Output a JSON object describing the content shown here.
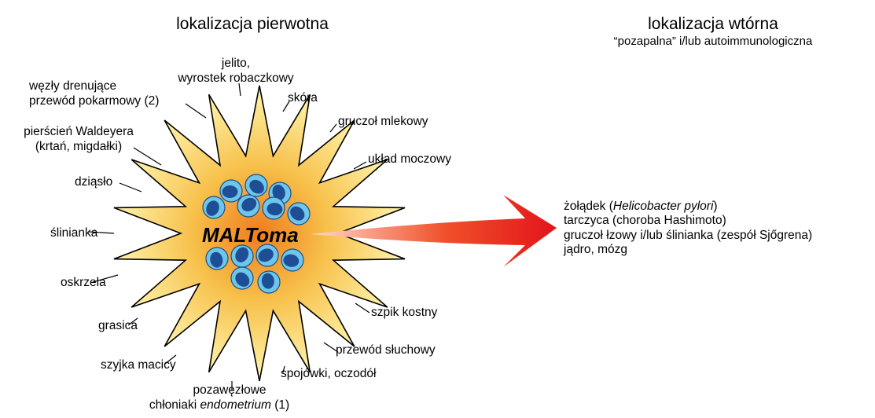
{
  "headers": {
    "primary": "lokalizacja pierwotna",
    "secondary": "lokalizacja wtórna",
    "secondary_sub": "“pozapalna” i/lub autoimmunologiczna"
  },
  "center_label": "MALToma",
  "primary_sites": {
    "jelito_1": "jelito,",
    "jelito_2": "wyrostek robaczkowy",
    "wezly_1": "węzły drenujące",
    "wezly_2": "przewód pokarmowy (2)",
    "skora": "skóra",
    "gruczol_mlekowy": "gruczoł mlekowy",
    "waldeyer_1": "pierścień Waldeyera",
    "waldeyer_2": "(krtań, migdałki)",
    "uklad_moczowy": "układ moczowy",
    "dziaslo": "dziąsło",
    "slinianka": "ślinianka",
    "oskrzela": "oskrzela",
    "szpik": "szpik kostny",
    "grasica": "grasica",
    "przewod_sluchowy": "przewód słuchowy",
    "szyjka": "szyjka macicy",
    "spojowki": "spojówki, oczodół",
    "pozawezlowe": "pozawęzłowe",
    "chloniaki": "chłoniaki",
    "endometrium": "endometrium",
    "endometrium_ref": "(1)"
  },
  "secondary_sites": {
    "zoladek_a": "żołądek (",
    "zoladek_b": "Helicobacter pylori",
    "zoladek_c": ")",
    "tarczyca": "tarczyca (choroba Hashimoto)",
    "lzowy": "gruczoł łzowy i/lub ślinianka (zespół Sjőgrena)",
    "jadro": "jądro, mózg"
  },
  "colors": {
    "star_outer": "#fff6b0",
    "star_mid": "#f7c04a",
    "star_inner": "#ee7d1e",
    "cell_body": "#6ec6ea",
    "cell_nucleus": "#1e4f96",
    "arrow_tip": "#e3141b",
    "arrow_tail": "#ffd9cc"
  },
  "icons": {
    "cell": "lymphocyte-cell-icon",
    "arrow": "right-arrow"
  }
}
